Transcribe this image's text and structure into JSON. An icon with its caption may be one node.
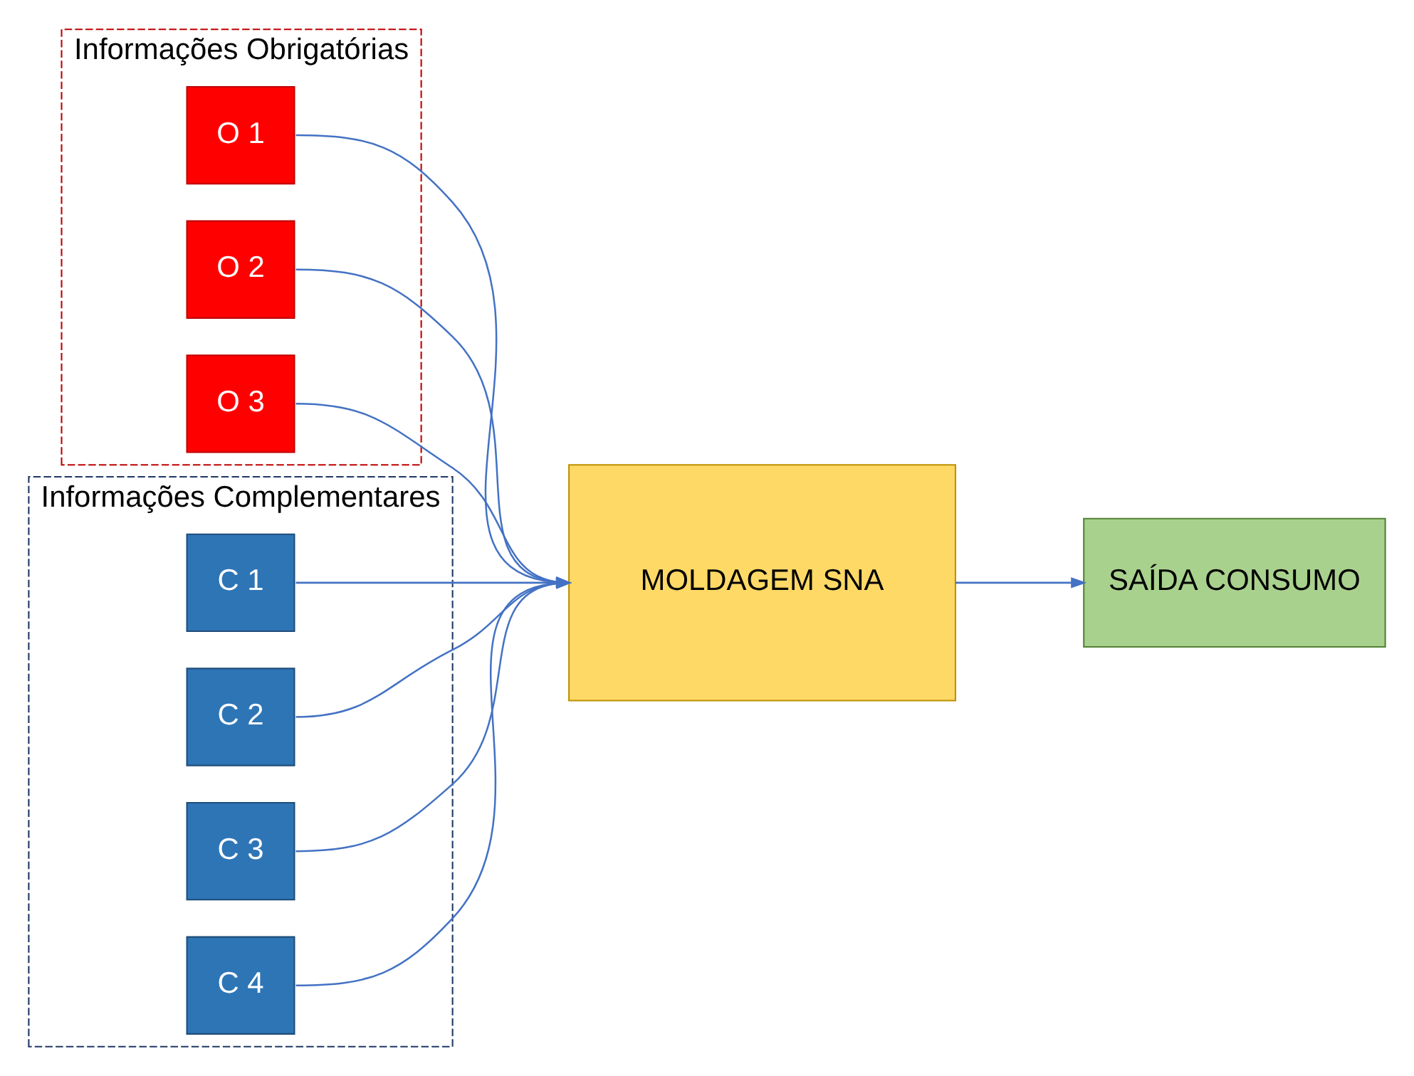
{
  "diagram": {
    "nodes": [
      {
        "text": [
          "Informações Obrigatórias"
        ]
      },
      {
        "text": [
          "O 1"
        ],
        "in": 0
      },
      {
        "text": [
          "O 2"
        ],
        "in": 0
      },
      {
        "text": [
          "O 3"
        ],
        "in": 0
      },
      {
        "text": [
          "Informações Complementares"
        ]
      },
      {
        "text": [
          "C 1"
        ],
        "in": 4
      },
      {
        "text": [
          "C 2"
        ],
        "in": 4
      },
      {
        "text": [
          "C 3"
        ],
        "in": 4
      },
      {
        "text": [
          "C 4"
        ],
        "in": 4
      },
      {
        "text": [
          "MOLDAGEM SNA"
        ]
      },
      {
        "text": [
          "SAÍDA CONSUMO"
        ]
      }
    ],
    "edges": [
      {
        "from": 1,
        "to": 9,
        "arrow": "to"
      },
      {
        "from": 2,
        "to": 9,
        "arrow": "to"
      },
      {
        "from": 3,
        "to": 9,
        "arrow": "to"
      },
      {
        "from": 5,
        "to": 9,
        "arrow": "to"
      },
      {
        "from": 6,
        "to": 9,
        "arrow": "to"
      },
      {
        "from": 7,
        "to": 9,
        "arrow": "to"
      },
      {
        "from": 8,
        "to": 9,
        "arrow": "to"
      },
      {
        "from": 9,
        "to": 10,
        "arrow": "to"
      }
    ]
  }
}
